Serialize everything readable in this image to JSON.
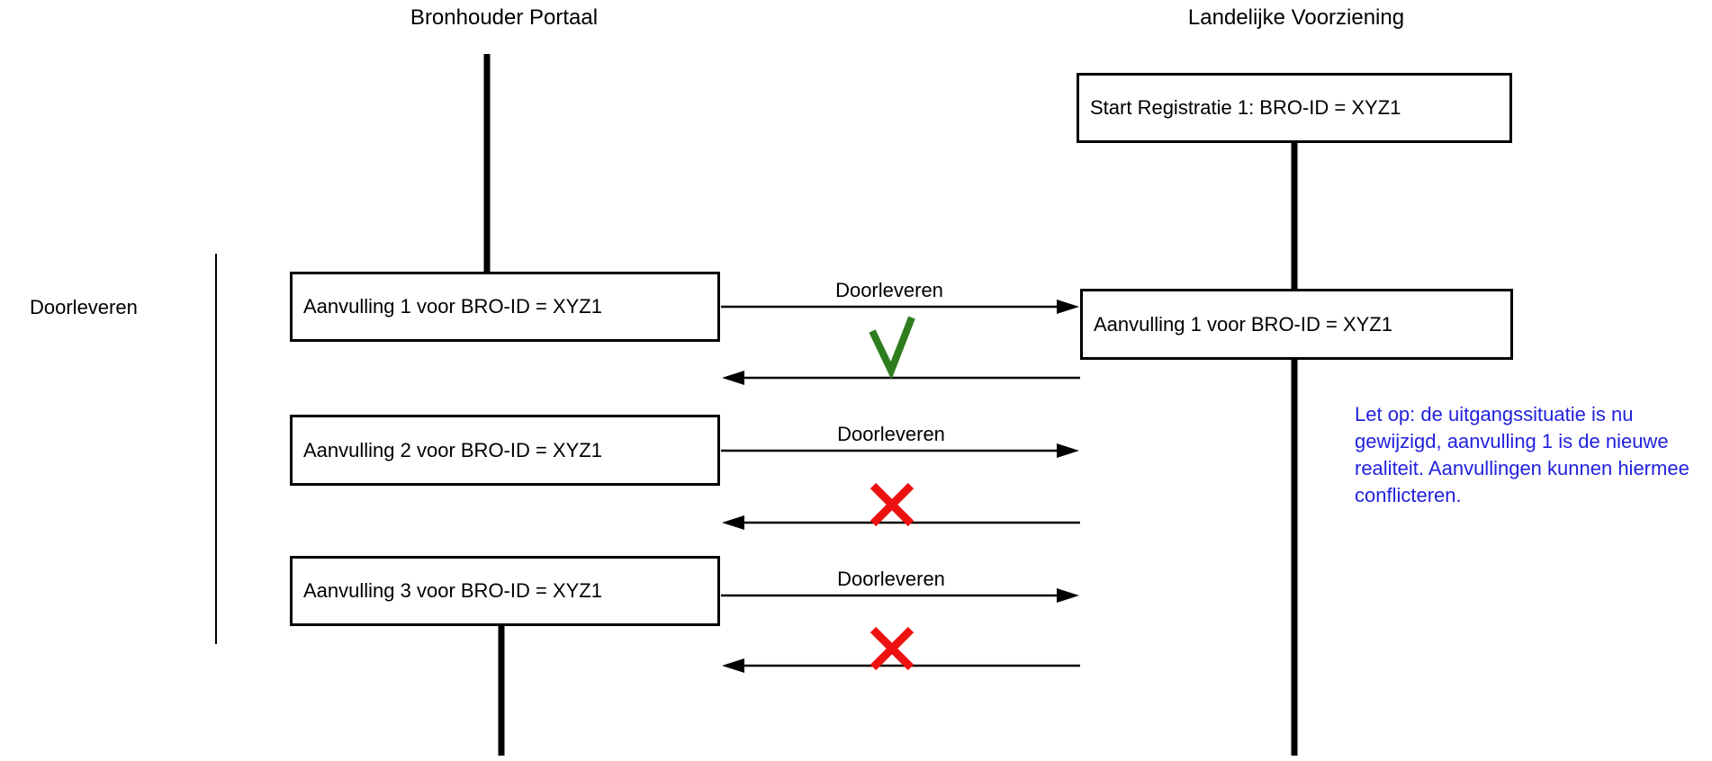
{
  "diagram": {
    "actors": [
      {
        "label": "Bronhouder Portaal"
      },
      {
        "label": "Landelijke Voorziening"
      }
    ],
    "group": {
      "label": "Doorleveren"
    },
    "lv_start_box": {
      "label": "Start Registratie 1: BRO-ID = XYZ1"
    },
    "lv_result_box": {
      "label": "Aanvulling 1 voor BRO-ID = XYZ1"
    },
    "bp_boxes": [
      {
        "label": "Aanvulling 1 voor BRO-ID = XYZ1"
      },
      {
        "label": "Aanvulling 2 voor BRO-ID = XYZ1"
      },
      {
        "label": "Aanvulling 3 voor BRO-ID = XYZ1"
      }
    ],
    "messages": [
      {
        "label": "Doorleveren",
        "result": "accepted",
        "result_icon": "check-icon"
      },
      {
        "label": "Doorleveren",
        "result": "rejected",
        "result_icon": "cross-icon"
      },
      {
        "label": "Doorleveren",
        "result": "rejected",
        "result_icon": "cross-icon"
      }
    ],
    "note": {
      "text": "Let op: de uitgangssituatie is nu gewijzigd, aanvulling 1 is de nieuwe realiteit. Aanvullingen kunnen hiermee conflicteren."
    },
    "colors": {
      "success_green": "#2e7d1e",
      "error_red": "#ee1111",
      "note_blue": "#2121dd",
      "line_black": "#000000"
    }
  }
}
